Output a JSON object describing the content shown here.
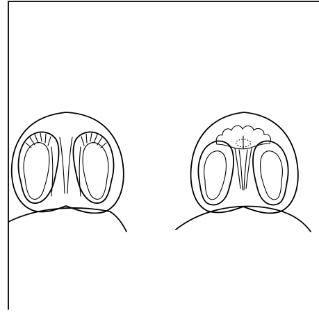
{
  "figure": {
    "panels": [
      {
        "id": "left",
        "subject": "nose-base-view",
        "detail": "hatched-alar-cartilages"
      },
      {
        "id": "right",
        "subject": "nose-base-view",
        "detail": "scalloped-tip-graft"
      }
    ],
    "colors": {
      "line": "#000000",
      "background": "#ffffff"
    }
  }
}
